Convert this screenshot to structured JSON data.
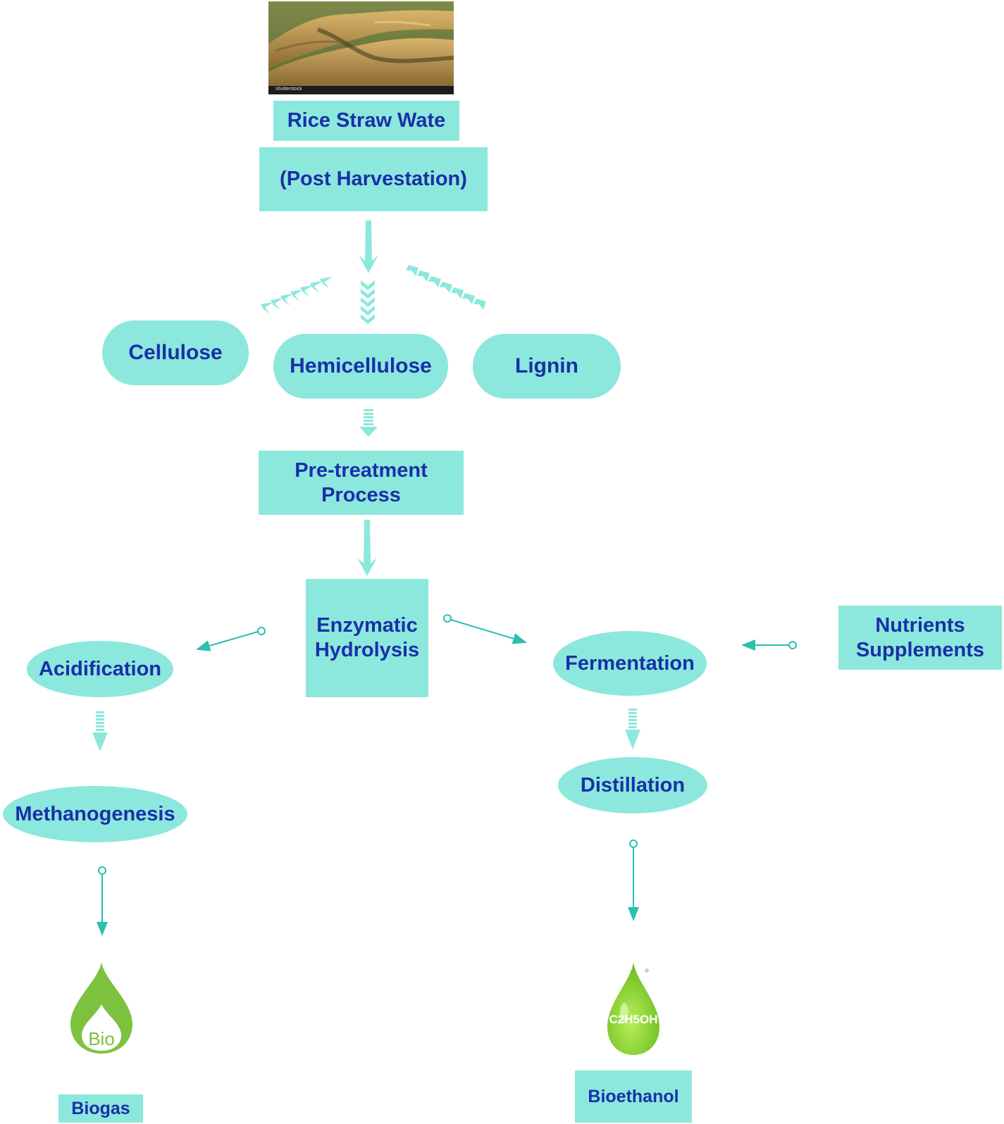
{
  "nodes": {
    "rice_straw": "Rice Straw Wate",
    "post_harvest": "(Post Harvestation)",
    "cellulose": "Cellulose",
    "hemicellulose": "Hemicellulose",
    "lignin": "Lignin",
    "pretreatment": "Pre-treatment Process",
    "enzymatic": "Enzymatic Hydrolysis",
    "acidification": "Acidification",
    "fermentation": "Fermentation",
    "nutrients": "Nutrients Supplements",
    "methanogenesis": "Methanogenesis",
    "distillation": "Distillation",
    "biogas": "Biogas",
    "bioethanol": "Bioethanol"
  },
  "icons": {
    "biogas_icon_text": "Bio",
    "ethanol_icon_text": "C2H5OH",
    "photo_watermark": "shutterstock"
  },
  "colors": {
    "node_fill": "#8ce8dc",
    "node_text": "#1a2fa8",
    "arrow": "#2bbfae",
    "biogas_green": "#7cc23f",
    "ethanol_green": "#8fd63a"
  }
}
